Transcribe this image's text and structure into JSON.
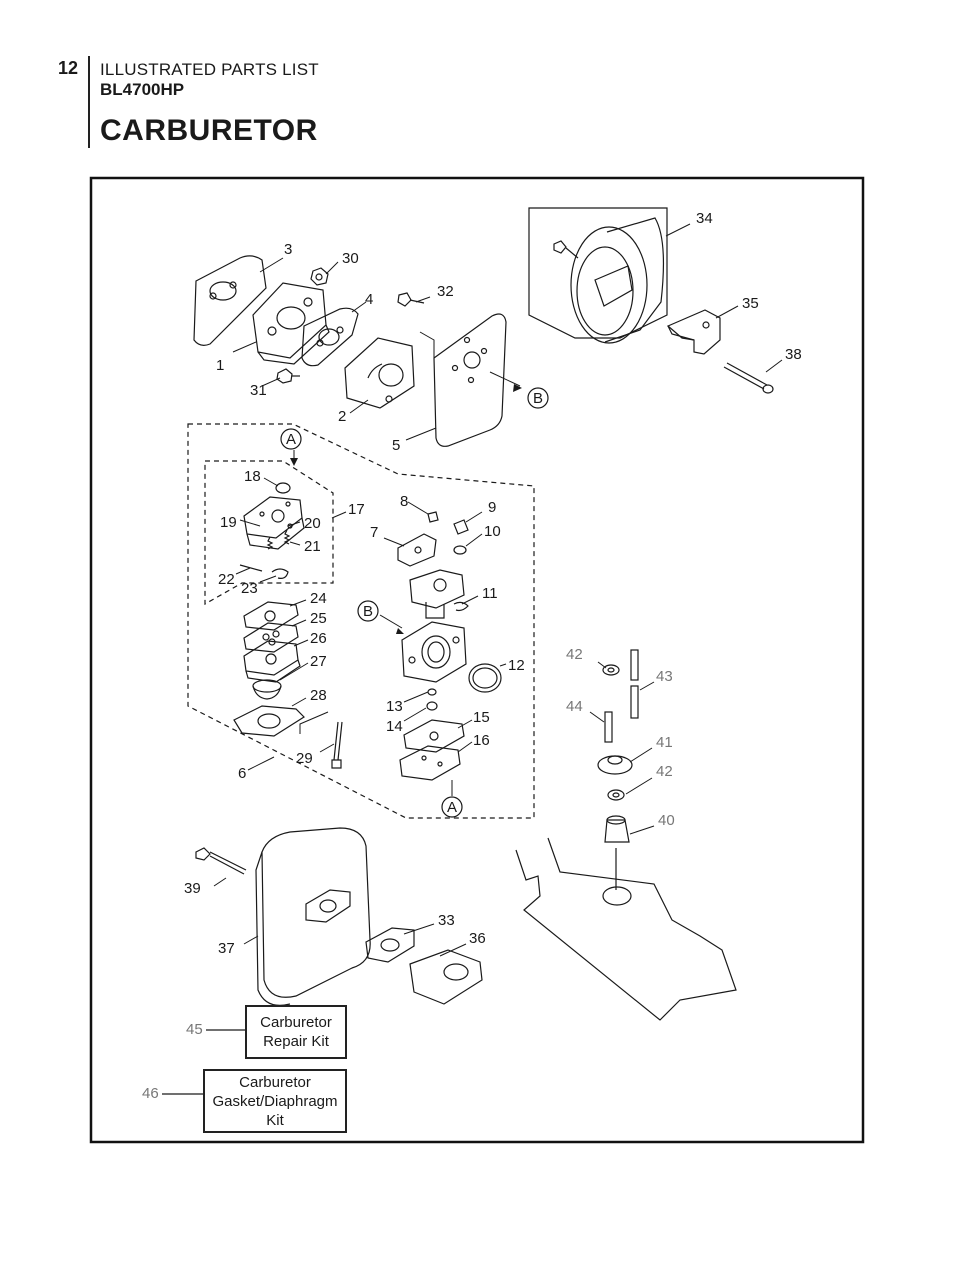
{
  "header": {
    "page_number": "12",
    "section": "ILLUSTRATED PARTS LIST",
    "model": "BL4700HP",
    "title": "CARBURETOR"
  },
  "callouts": [
    "1",
    "2",
    "3",
    "4",
    "5",
    "6",
    "7",
    "8",
    "9",
    "10",
    "11",
    "12",
    "13",
    "14",
    "15",
    "16",
    "17",
    "18",
    "19",
    "20",
    "21",
    "22",
    "23",
    "24",
    "25",
    "26",
    "27",
    "28",
    "29",
    "30",
    "31",
    "32",
    "33",
    "34",
    "35",
    "36",
    "37",
    "38",
    "39",
    "40",
    "41",
    "42",
    "43",
    "44"
  ],
  "circle_refs": {
    "a": "A",
    "b": "B"
  },
  "kits": [
    {
      "number": "45",
      "line1": "Carburetor",
      "line2": "Repair Kit",
      "line3": ""
    },
    {
      "number": "46",
      "line1": "Carburetor",
      "line2": "Gasket/Diaphragm",
      "line3": "Kit"
    }
  ],
  "colors": {
    "line": "#1a1a1a",
    "gray_callout": "#777777"
  }
}
